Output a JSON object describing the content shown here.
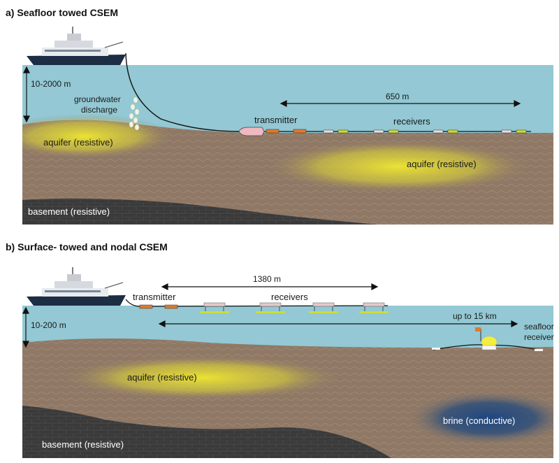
{
  "panel_a": {
    "title": "a) Seafloor towed CSEM",
    "depth_label": "10-2000 m",
    "discharge_label_1": "groundwater",
    "discharge_label_2": "discharge",
    "transmitter_label": "transmitter",
    "receivers_label": "receivers",
    "distance_label": "650 m",
    "aquifer_left_label": "aquifer (resistive)",
    "aquifer_right_label": "aquifer (resistive)",
    "basement_label": "basement (resistive)"
  },
  "panel_b": {
    "title": "b) Surface- towed and nodal CSEM",
    "depth_label": "10-200 m",
    "transmitter_label": "transmitter",
    "receivers_label": "receivers",
    "distance_label": "1380 m",
    "range_label": "up to 15 km",
    "seafloor_receiver_label_1": "seafloor",
    "seafloor_receiver_label_2": "receiver",
    "aquifer_label": "aquifer (resistive)",
    "brine_label": "brine (conductive)",
    "basement_label": "basement (resistive)"
  },
  "colors": {
    "water": "#93c8d4",
    "sediment": "#8f7966",
    "basement": "#3b3b3b",
    "aquifer": "#e8e03a",
    "brine": "#2a4d7a",
    "transmitter": "#e07a2a",
    "receiver_accent": "#cddc39"
  }
}
